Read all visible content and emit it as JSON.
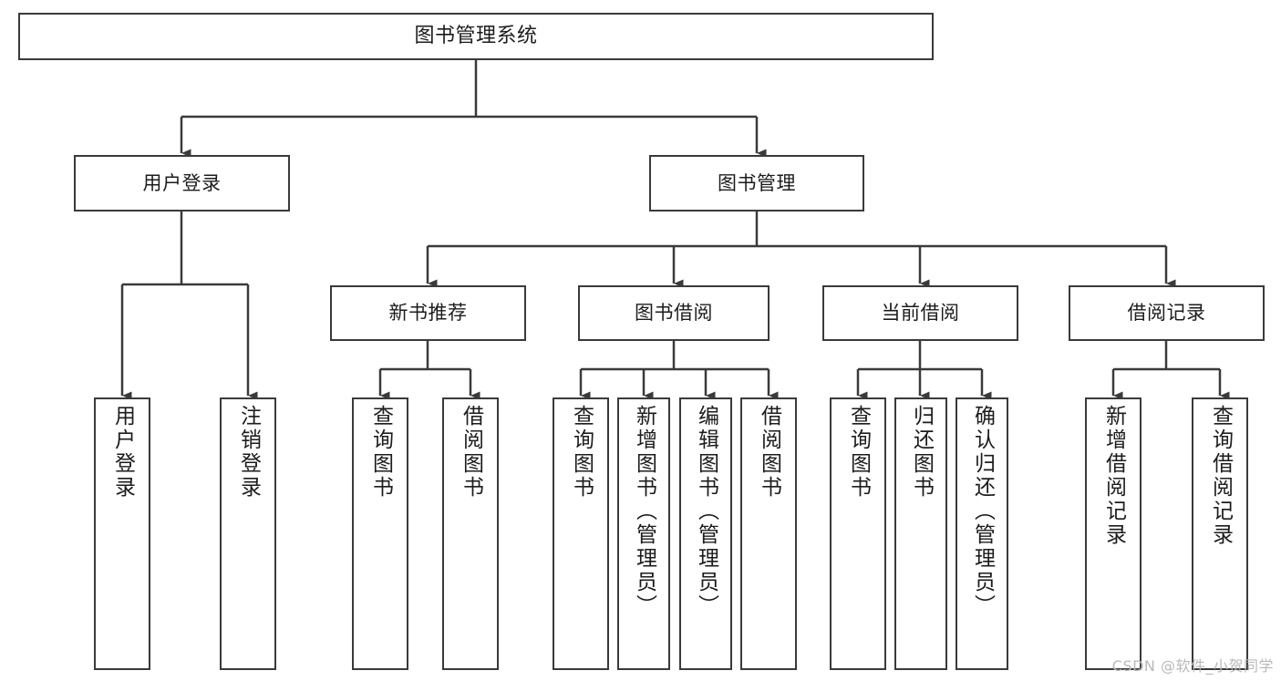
{
  "diagram": {
    "title": "图书管理系统",
    "type": "tree-hierarchy",
    "orientation": "top-down",
    "line_color": "#3a3a3a",
    "box_fill": "#ffffff",
    "text_color": "#1c1c1c",
    "watermark": "CSDN @软件_小贺同学"
  },
  "nodes": {
    "root": {
      "label": "图书管理系统"
    },
    "level1": [
      {
        "id": "user-login",
        "label": "用户登录"
      },
      {
        "id": "book-manage",
        "label": "图书管理"
      }
    ],
    "level2": [
      {
        "id": "new-book-recommend",
        "label": "新书推荐"
      },
      {
        "id": "book-borrow",
        "label": "图书借阅"
      },
      {
        "id": "current-borrow",
        "label": "当前借阅"
      },
      {
        "id": "borrow-record",
        "label": "借阅记录"
      }
    ],
    "leaves": {
      "user-login": [
        {
          "id": "leaf-user-login",
          "label": "用户登录"
        },
        {
          "id": "leaf-user-logout",
          "label": "注销登录"
        }
      ],
      "new-book-recommend": [
        {
          "id": "leaf-query-book-1",
          "label": "查询图书"
        },
        {
          "id": "leaf-borrow-book-1",
          "label": "借阅图书"
        }
      ],
      "book-borrow": [
        {
          "id": "leaf-query-book-2",
          "label": "查询图书"
        },
        {
          "id": "leaf-add-book",
          "label": "新增图书（管理员）"
        },
        {
          "id": "leaf-edit-book",
          "label": "编辑图书（管理员）"
        },
        {
          "id": "leaf-borrow-book-2",
          "label": "借阅图书"
        }
      ],
      "current-borrow": [
        {
          "id": "leaf-query-book-3",
          "label": "查询图书"
        },
        {
          "id": "leaf-return-book",
          "label": "归还图书"
        },
        {
          "id": "leaf-confirm-return",
          "label": "确认归还（管理员）"
        }
      ],
      "borrow-record": [
        {
          "id": "leaf-add-record",
          "label": "新增借阅记录"
        },
        {
          "id": "leaf-query-record",
          "label": "查询借阅记录"
        }
      ]
    }
  }
}
